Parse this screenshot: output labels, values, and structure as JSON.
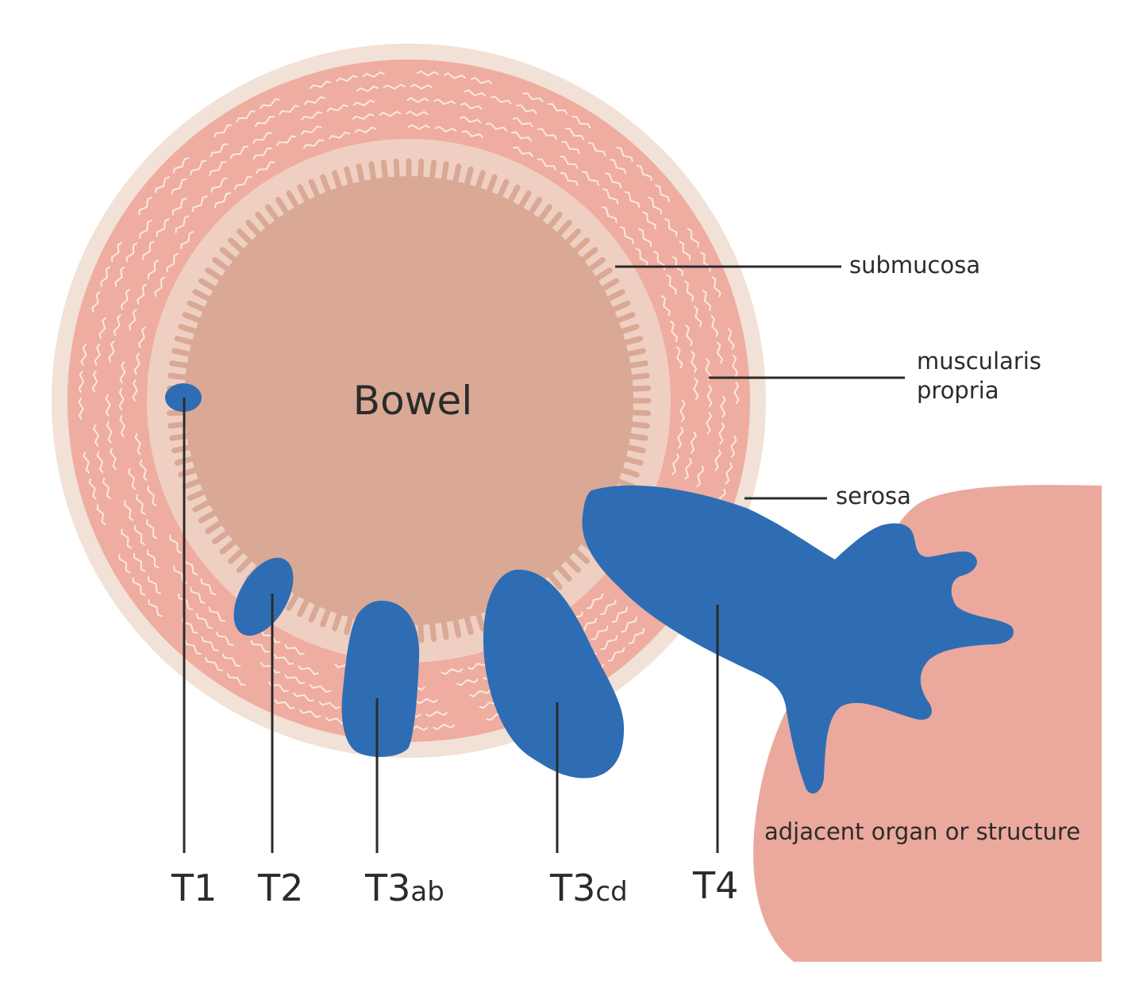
{
  "center_label": "Bowel",
  "layers": {
    "submucosa": "submucosa",
    "muscularis_line1": "muscularis",
    "muscularis_line2": "propria",
    "serosa": "serosa",
    "adjacent": "adjacent organ or structure"
  },
  "stages": {
    "t1": "T1",
    "t2": "T2",
    "t3ab_main": "T3",
    "t3ab_sub": "ab",
    "t3cd_main": "T3",
    "t3cd_sub": "cd",
    "t4": "T4"
  },
  "colors": {
    "tumor": "#2e6db4",
    "serosa": "#f2e1d6",
    "muscularis": "#eeada0",
    "submucosa": "#efcfc1",
    "lumen": "#d9a995",
    "fiber": "#fbe8df",
    "organ": "#eaa99c",
    "line": "#2b2b2b"
  }
}
